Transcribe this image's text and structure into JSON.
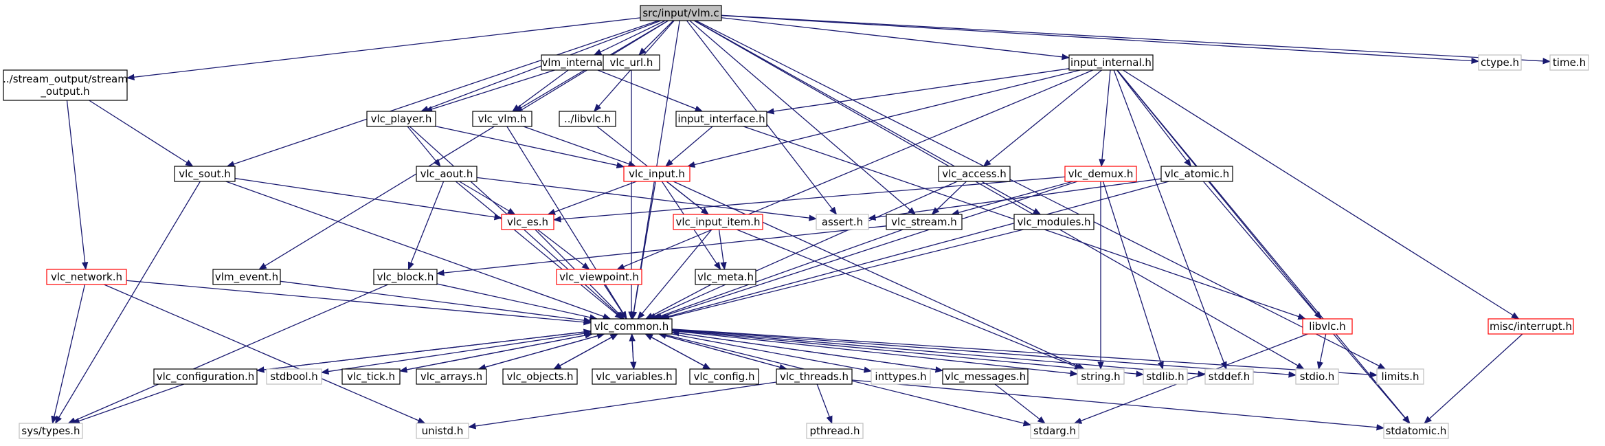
{
  "title": "src/input/vlm.c",
  "colors": {
    "edge": "#191970",
    "focus_fill": "#bfbfbf",
    "normal_border": "#000000",
    "truncated_border": "#ff0000",
    "external_border": "#bfbfbf"
  },
  "nodes": [
    {
      "id": "vlm_c",
      "lines": [
        "src/input/vlm.c"
      ],
      "kind": "focus"
    },
    {
      "id": "stream_output_h",
      "lines": [
        "../stream_output/stream",
        "_output.h"
      ],
      "kind": "normal"
    },
    {
      "id": "vlm_internal_h",
      "lines": [
        "vlm_internal.h"
      ],
      "kind": "normal"
    },
    {
      "id": "vlc_url_h",
      "lines": [
        "vlc_url.h"
      ],
      "kind": "normal"
    },
    {
      "id": "input_internal_h",
      "lines": [
        "input_internal.h"
      ],
      "kind": "normal"
    },
    {
      "id": "ctype_h",
      "lines": [
        "ctype.h"
      ],
      "kind": "external"
    },
    {
      "id": "time_h",
      "lines": [
        "time.h"
      ],
      "kind": "external"
    },
    {
      "id": "vlc_player_h",
      "lines": [
        "vlc_player.h"
      ],
      "kind": "normal"
    },
    {
      "id": "vlc_vlm_h",
      "lines": [
        "vlc_vlm.h"
      ],
      "kind": "normal"
    },
    {
      "id": "libvlc_rel_h",
      "lines": [
        "../libvlc.h"
      ],
      "kind": "normal"
    },
    {
      "id": "input_interface_h",
      "lines": [
        "input_interface.h"
      ],
      "kind": "normal"
    },
    {
      "id": "vlc_sout_h",
      "lines": [
        "vlc_sout.h"
      ],
      "kind": "normal"
    },
    {
      "id": "vlc_aout_h",
      "lines": [
        "vlc_aout.h"
      ],
      "kind": "normal"
    },
    {
      "id": "vlc_input_h",
      "lines": [
        "vlc_input.h"
      ],
      "kind": "truncated"
    },
    {
      "id": "vlc_access_h",
      "lines": [
        "vlc_access.h"
      ],
      "kind": "normal"
    },
    {
      "id": "vlc_demux_h",
      "lines": [
        "vlc_demux.h"
      ],
      "kind": "truncated"
    },
    {
      "id": "vlc_atomic_h",
      "lines": [
        "vlc_atomic.h"
      ],
      "kind": "normal"
    },
    {
      "id": "assert_h",
      "lines": [
        "assert.h"
      ],
      "kind": "external"
    },
    {
      "id": "vlc_es_h",
      "lines": [
        "vlc_es.h"
      ],
      "kind": "truncated"
    },
    {
      "id": "vlc_input_item_h",
      "lines": [
        "vlc_input_item.h"
      ],
      "kind": "truncated"
    },
    {
      "id": "vlc_stream_h",
      "lines": [
        "vlc_stream.h"
      ],
      "kind": "normal"
    },
    {
      "id": "vlc_modules_h",
      "lines": [
        "vlc_modules.h"
      ],
      "kind": "normal"
    },
    {
      "id": "vlc_network_h",
      "lines": [
        "vlc_network.h"
      ],
      "kind": "truncated"
    },
    {
      "id": "vlm_event_h",
      "lines": [
        "vlm_event.h"
      ],
      "kind": "normal"
    },
    {
      "id": "vlc_block_h",
      "lines": [
        "vlc_block.h"
      ],
      "kind": "normal"
    },
    {
      "id": "vlc_viewpoint_h",
      "lines": [
        "vlc_viewpoint.h"
      ],
      "kind": "truncated"
    },
    {
      "id": "vlc_meta_h",
      "lines": [
        "vlc_meta.h"
      ],
      "kind": "normal"
    },
    {
      "id": "libvlc_h",
      "lines": [
        "libvlc.h"
      ],
      "kind": "truncated"
    },
    {
      "id": "misc_interrupt_h",
      "lines": [
        "misc/interrupt.h"
      ],
      "kind": "truncated"
    },
    {
      "id": "vlc_common_h",
      "lines": [
        "vlc_common.h"
      ],
      "kind": "normal"
    },
    {
      "id": "vlc_configuration_h",
      "lines": [
        "vlc_configuration.h"
      ],
      "kind": "normal"
    },
    {
      "id": "stdbool_h",
      "lines": [
        "stdbool.h"
      ],
      "kind": "external"
    },
    {
      "id": "vlc_tick_h",
      "lines": [
        "vlc_tick.h"
      ],
      "kind": "normal"
    },
    {
      "id": "vlc_arrays_h",
      "lines": [
        "vlc_arrays.h"
      ],
      "kind": "normal"
    },
    {
      "id": "vlc_objects_h",
      "lines": [
        "vlc_objects.h"
      ],
      "kind": "normal"
    },
    {
      "id": "vlc_variables_h",
      "lines": [
        "vlc_variables.h"
      ],
      "kind": "normal"
    },
    {
      "id": "vlc_config_h",
      "lines": [
        "vlc_config.h"
      ],
      "kind": "normal"
    },
    {
      "id": "vlc_threads_h",
      "lines": [
        "vlc_threads.h"
      ],
      "kind": "normal"
    },
    {
      "id": "inttypes_h",
      "lines": [
        "inttypes.h"
      ],
      "kind": "external"
    },
    {
      "id": "vlc_messages_h",
      "lines": [
        "vlc_messages.h"
      ],
      "kind": "normal"
    },
    {
      "id": "string_h",
      "lines": [
        "string.h"
      ],
      "kind": "external"
    },
    {
      "id": "stdlib_h",
      "lines": [
        "stdlib.h"
      ],
      "kind": "external"
    },
    {
      "id": "stddef_h",
      "lines": [
        "stddef.h"
      ],
      "kind": "external"
    },
    {
      "id": "stdio_h",
      "lines": [
        "stdio.h"
      ],
      "kind": "external"
    },
    {
      "id": "limits_h",
      "lines": [
        "limits.h"
      ],
      "kind": "external"
    },
    {
      "id": "sys_types_h",
      "lines": [
        "sys/types.h"
      ],
      "kind": "external"
    },
    {
      "id": "unistd_h",
      "lines": [
        "unistd.h"
      ],
      "kind": "external"
    },
    {
      "id": "pthread_h",
      "lines": [
        "pthread.h"
      ],
      "kind": "external"
    },
    {
      "id": "stdarg_h",
      "lines": [
        "stdarg.h"
      ],
      "kind": "external"
    },
    {
      "id": "stdatomic_h",
      "lines": [
        "stdatomic.h"
      ],
      "kind": "external"
    }
  ],
  "edges": [
    [
      "vlm_c",
      "stream_output_h"
    ],
    [
      "vlm_c",
      "vlm_internal_h"
    ],
    [
      "vlm_c",
      "vlc_url_h"
    ],
    [
      "vlm_c",
      "input_internal_h"
    ],
    [
      "vlm_c",
      "ctype_h"
    ],
    [
      "vlm_c",
      "time_h"
    ],
    [
      "vlm_c",
      "vlc_player_h"
    ],
    [
      "vlm_c",
      "vlc_vlm_h"
    ],
    [
      "vlm_c",
      "libvlc_rel_h"
    ],
    [
      "vlm_c",
      "vlc_sout_h"
    ],
    [
      "vlm_c",
      "vlm_event_h"
    ],
    [
      "vlm_c",
      "vlc_common_h"
    ],
    [
      "vlm_c",
      "assert_h"
    ],
    [
      "vlm_c",
      "vlc_stream_h"
    ],
    [
      "vlm_c",
      "vlc_modules_h"
    ],
    [
      "vlm_c",
      "stdio_h"
    ],
    [
      "vlm_c",
      "limits_h"
    ],
    [
      "stream_output_h",
      "vlc_sout_h"
    ],
    [
      "stream_output_h",
      "vlc_network_h"
    ],
    [
      "vlm_internal_h",
      "vlc_player_h"
    ],
    [
      "vlm_internal_h",
      "vlc_vlm_h"
    ],
    [
      "vlm_internal_h",
      "input_interface_h"
    ],
    [
      "vlc_url_h",
      "vlc_common_h"
    ],
    [
      "input_internal_h",
      "input_interface_h"
    ],
    [
      "input_internal_h",
      "vlc_input_h"
    ],
    [
      "input_internal_h",
      "vlc_viewpoint_h"
    ],
    [
      "input_internal_h",
      "vlc_access_h"
    ],
    [
      "input_internal_h",
      "vlc_demux_h"
    ],
    [
      "input_internal_h",
      "vlc_atomic_h"
    ],
    [
      "input_internal_h",
      "libvlc_h"
    ],
    [
      "input_internal_h",
      "misc_interrupt_h"
    ],
    [
      "input_internal_h",
      "stddef_h"
    ],
    [
      "input_internal_h",
      "stdatomic_h"
    ],
    [
      "vlc_player_h",
      "vlc_input_h"
    ],
    [
      "vlc_player_h",
      "vlc_aout_h"
    ],
    [
      "vlc_player_h",
      "vlc_common_h"
    ],
    [
      "vlc_vlm_h",
      "vlc_input_h"
    ],
    [
      "vlc_vlm_h",
      "vlc_common_h"
    ],
    [
      "libvlc_rel_h",
      "vlc_input_item_h"
    ],
    [
      "input_interface_h",
      "vlc_input_h"
    ],
    [
      "input_interface_h",
      "libvlc_h"
    ],
    [
      "vlc_sout_h",
      "vlc_es_h"
    ],
    [
      "vlc_sout_h",
      "vlc_common_h"
    ],
    [
      "vlc_sout_h",
      "sys_types_h"
    ],
    [
      "vlc_aout_h",
      "vlc_es_h"
    ],
    [
      "vlc_aout_h",
      "vlc_block_h"
    ],
    [
      "vlc_aout_h",
      "vlc_common_h"
    ],
    [
      "vlc_aout_h",
      "assert_h"
    ],
    [
      "vlc_input_h",
      "vlc_es_h"
    ],
    [
      "vlc_input_h",
      "vlc_input_item_h"
    ],
    [
      "vlc_input_h",
      "vlc_meta_h"
    ],
    [
      "vlc_input_h",
      "vlc_common_h"
    ],
    [
      "vlc_input_h",
      "string_h"
    ],
    [
      "vlc_access_h",
      "vlc_stream_h"
    ],
    [
      "vlc_access_h",
      "vlc_common_h"
    ],
    [
      "vlc_demux_h",
      "vlc_es_h"
    ],
    [
      "vlc_demux_h",
      "vlc_stream_h"
    ],
    [
      "vlc_demux_h",
      "vlc_common_h"
    ],
    [
      "vlc_demux_h",
      "string_h"
    ],
    [
      "vlc_demux_h",
      "stdlib_h"
    ],
    [
      "vlc_atomic_h",
      "assert_h"
    ],
    [
      "vlc_atomic_h",
      "vlc_common_h"
    ],
    [
      "vlc_atomic_h",
      "stdatomic_h"
    ],
    [
      "vlc_es_h",
      "vlc_viewpoint_h"
    ],
    [
      "vlc_es_h",
      "vlc_common_h"
    ],
    [
      "vlc_input_item_h",
      "vlc_meta_h"
    ],
    [
      "vlc_input_item_h",
      "vlc_common_h"
    ],
    [
      "vlc_input_item_h",
      "string_h"
    ],
    [
      "vlc_stream_h",
      "vlc_block_h"
    ],
    [
      "vlc_stream_h",
      "vlc_common_h"
    ],
    [
      "vlc_modules_h",
      "vlc_common_h"
    ],
    [
      "vlc_network_h",
      "vlc_common_h"
    ],
    [
      "vlc_network_h",
      "sys_types_h"
    ],
    [
      "vlc_network_h",
      "unistd_h"
    ],
    [
      "vlm_event_h",
      "vlc_common_h"
    ],
    [
      "vlc_block_h",
      "vlc_common_h"
    ],
    [
      "vlc_block_h",
      "sys_types_h"
    ],
    [
      "vlc_viewpoint_h",
      "vlc_common_h"
    ],
    [
      "vlc_meta_h",
      "vlc_common_h"
    ],
    [
      "libvlc_h",
      "stdio_h"
    ],
    [
      "libvlc_h",
      "stdarg_h"
    ],
    [
      "misc_interrupt_h",
      "stdatomic_h"
    ],
    [
      "vlc_common_h",
      "vlc_configuration_h"
    ],
    [
      "vlc_common_h",
      "stdbool_h"
    ],
    [
      "vlc_common_h",
      "vlc_tick_h"
    ],
    [
      "vlc_common_h",
      "vlc_arrays_h"
    ],
    [
      "vlc_common_h",
      "vlc_objects_h"
    ],
    [
      "vlc_common_h",
      "vlc_variables_h"
    ],
    [
      "vlc_common_h",
      "vlc_config_h"
    ],
    [
      "vlc_common_h",
      "vlc_threads_h"
    ],
    [
      "vlc_common_h",
      "inttypes_h"
    ],
    [
      "vlc_common_h",
      "vlc_messages_h"
    ],
    [
      "vlc_common_h",
      "string_h"
    ],
    [
      "vlc_common_h",
      "stdlib_h"
    ],
    [
      "vlc_common_h",
      "stddef_h"
    ],
    [
      "vlc_common_h",
      "stdio_h"
    ],
    [
      "vlc_common_h",
      "limits_h"
    ],
    [
      "vlc_common_h",
      "stdarg_h"
    ],
    [
      "vlc_configuration_h",
      "vlc_common_h"
    ],
    [
      "vlc_configuration_h",
      "sys_types_h"
    ],
    [
      "vlc_tick_h",
      "vlc_common_h"
    ],
    [
      "vlc_arrays_h",
      "vlc_common_h"
    ],
    [
      "vlc_objects_h",
      "vlc_common_h"
    ],
    [
      "vlc_variables_h",
      "vlc_common_h"
    ],
    [
      "vlc_config_h",
      "vlc_common_h"
    ],
    [
      "vlc_threads_h",
      "vlc_common_h"
    ],
    [
      "vlc_threads_h",
      "unistd_h"
    ],
    [
      "vlc_threads_h",
      "pthread_h"
    ],
    [
      "vlc_threads_h",
      "stdatomic_h"
    ],
    [
      "vlc_messages_h",
      "vlc_common_h"
    ],
    [
      "vlc_messages_h",
      "stdarg_h"
    ]
  ]
}
